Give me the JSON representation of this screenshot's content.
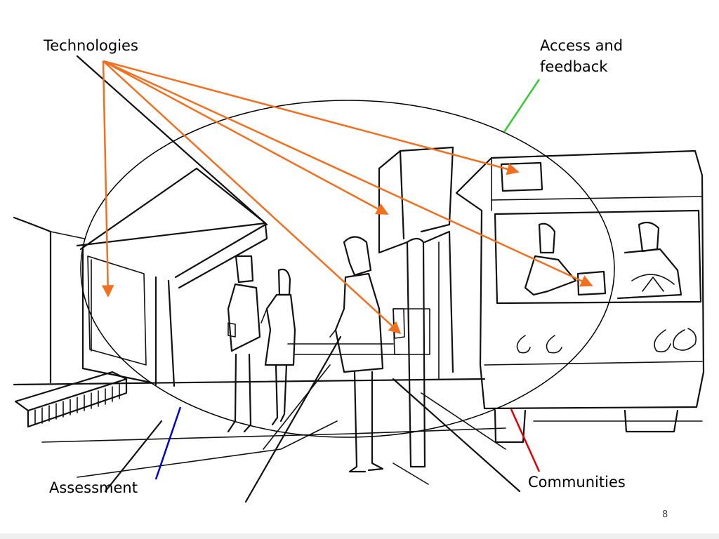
{
  "labels": {
    "technologies": "Technologies",
    "access_line1": "Access and",
    "access_line2": "feedback",
    "assessment": "Assessment",
    "communities": "Communities"
  },
  "page_number": "8",
  "colors": {
    "technologies_arrows": "#f07020",
    "access_leader": "#33cc33",
    "assessment_leader": "#0000cc",
    "communities_leader": "#dd0000",
    "sketch_ink": "#111111"
  }
}
